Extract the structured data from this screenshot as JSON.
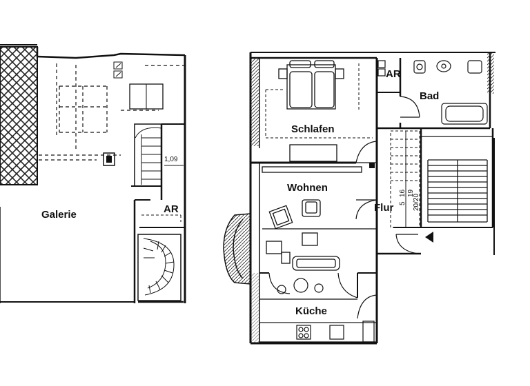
{
  "plan": {
    "left_level": {
      "rooms": {
        "galerie": "Galerie",
        "ar": "AR"
      },
      "dimension": "1,09"
    },
    "right_level": {
      "rooms": {
        "schlafen": "Schlafen",
        "ar": "AR",
        "bad": "Bad",
        "wohnen": "Wohnen",
        "flur": "Flur",
        "kueche": "Küche"
      },
      "stair_labels": {
        "top": "16",
        "mid": "5",
        "bottom": "19",
        "treads": "20/20"
      }
    }
  },
  "colors": {
    "line": "#111111",
    "hatch": "#222222",
    "background": "#ffffff"
  }
}
